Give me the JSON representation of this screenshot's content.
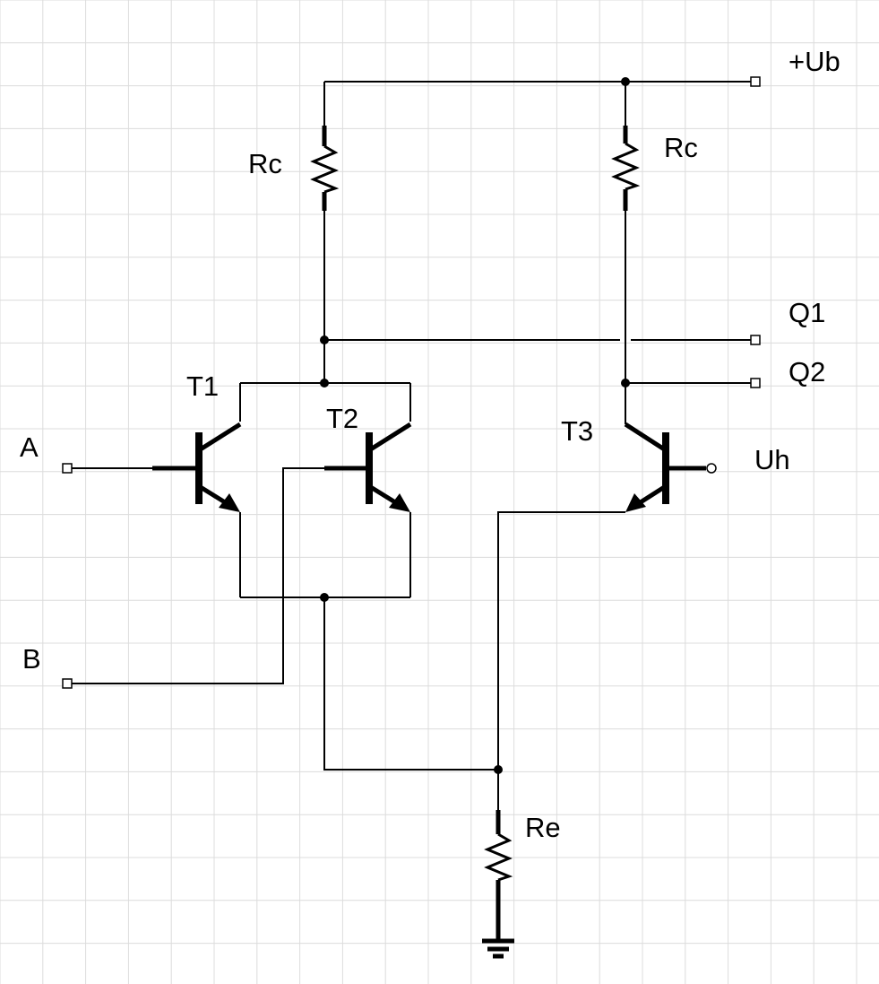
{
  "labels": {
    "supply": "+Ub",
    "rc_left": "Rc",
    "rc_right": "Rc",
    "q1": "Q1",
    "q2": "Q2",
    "t1": "T1",
    "t2": "T2",
    "t3": "T3",
    "input_a": "A",
    "input_b": "B",
    "uh": "Uh",
    "re": "Re"
  },
  "colors": {
    "background": "#ffffff",
    "grid": "#dcdcdc",
    "ink": "#000000"
  }
}
